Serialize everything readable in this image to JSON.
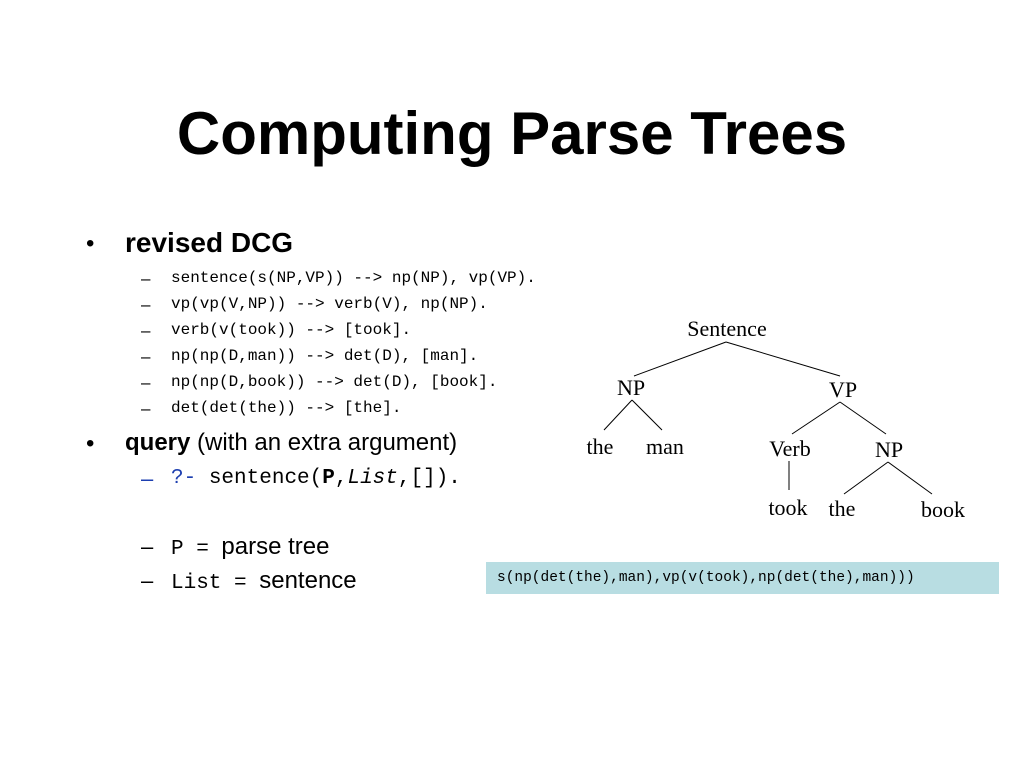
{
  "title": "Computing Parse Trees",
  "bullets": [
    {
      "label": "revised DCG",
      "rules": [
        "sentence(s(NP,VP)) --> np(NP), vp(VP).",
        "vp(vp(V,NP)) --> verb(V), np(NP).",
        "verb(v(took)) --> [took].",
        "np(np(D,man)) --> det(D), [man].",
        "np(np(D,book)) --> det(D), [book].",
        "det(det(the)) --> [the]."
      ]
    },
    {
      "label": "query",
      "label_rest": "(with an extra argument)",
      "query": {
        "prompt": "?-",
        "pre": "sentence(",
        "arg1": "P",
        "sep1": ",",
        "arg2": "List",
        "post": ",[])."
      },
      "notes": [
        {
          "var": "P =",
          "desc": "parse tree"
        },
        {
          "var": "List =",
          "desc": "sentence"
        }
      ]
    }
  ],
  "tree": {
    "root": "Sentence",
    "np": "NP",
    "vp": "VP",
    "the1": "the",
    "man": "man",
    "verb": "Verb",
    "np2": "NP",
    "took": "took",
    "the2": "the",
    "book": "book"
  },
  "result": "s(np(det(the),man),vp(v(took),np(det(the),man)))",
  "colors": {
    "accent": "#1d3fb0",
    "result_bg": "#b8dde2"
  }
}
